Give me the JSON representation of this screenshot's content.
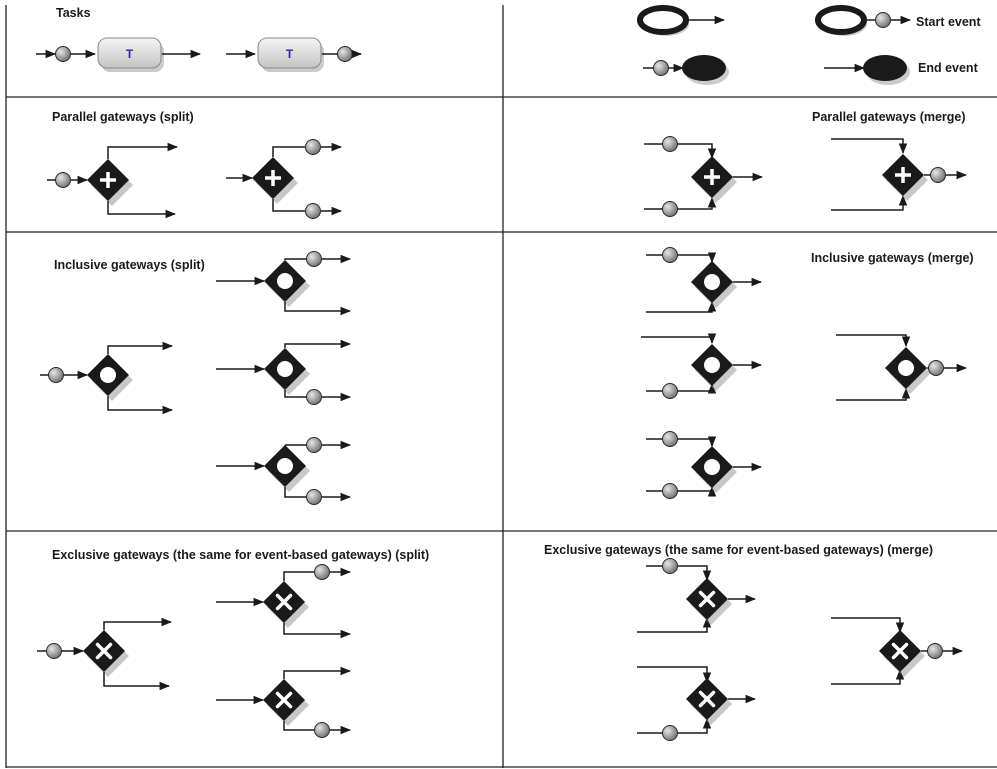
{
  "sections": {
    "tasks": "Tasks",
    "start_event": "Start event",
    "end_event": "End event",
    "parallel_split": "Parallel gateways (split)",
    "parallel_merge": "Parallel gateways (merge)",
    "inclusive_split": "Inclusive gateways (split)",
    "inclusive_merge": "Inclusive gateways (merge)",
    "exclusive_split": "Exclusive gateways (the same for event-based gateways) (split)",
    "exclusive_merge": "Exclusive gateways (the same for event-based gateways) (merge)"
  },
  "task_letter": "T",
  "colors": {
    "line": "#1a1a1a",
    "gateway": "#1a1a1a",
    "gateway_shadow": "#9a9a9a",
    "token_light": "#e6e6e6",
    "token_dark": "#6e6e6e",
    "task_fill": "#d4d4d4",
    "task_letter": "#2a2aa0",
    "grid": "#222222"
  },
  "icons": {
    "parallel": "plus-icon",
    "inclusive": "circle-icon",
    "exclusive": "cross-icon",
    "token": "token-circle-icon"
  }
}
